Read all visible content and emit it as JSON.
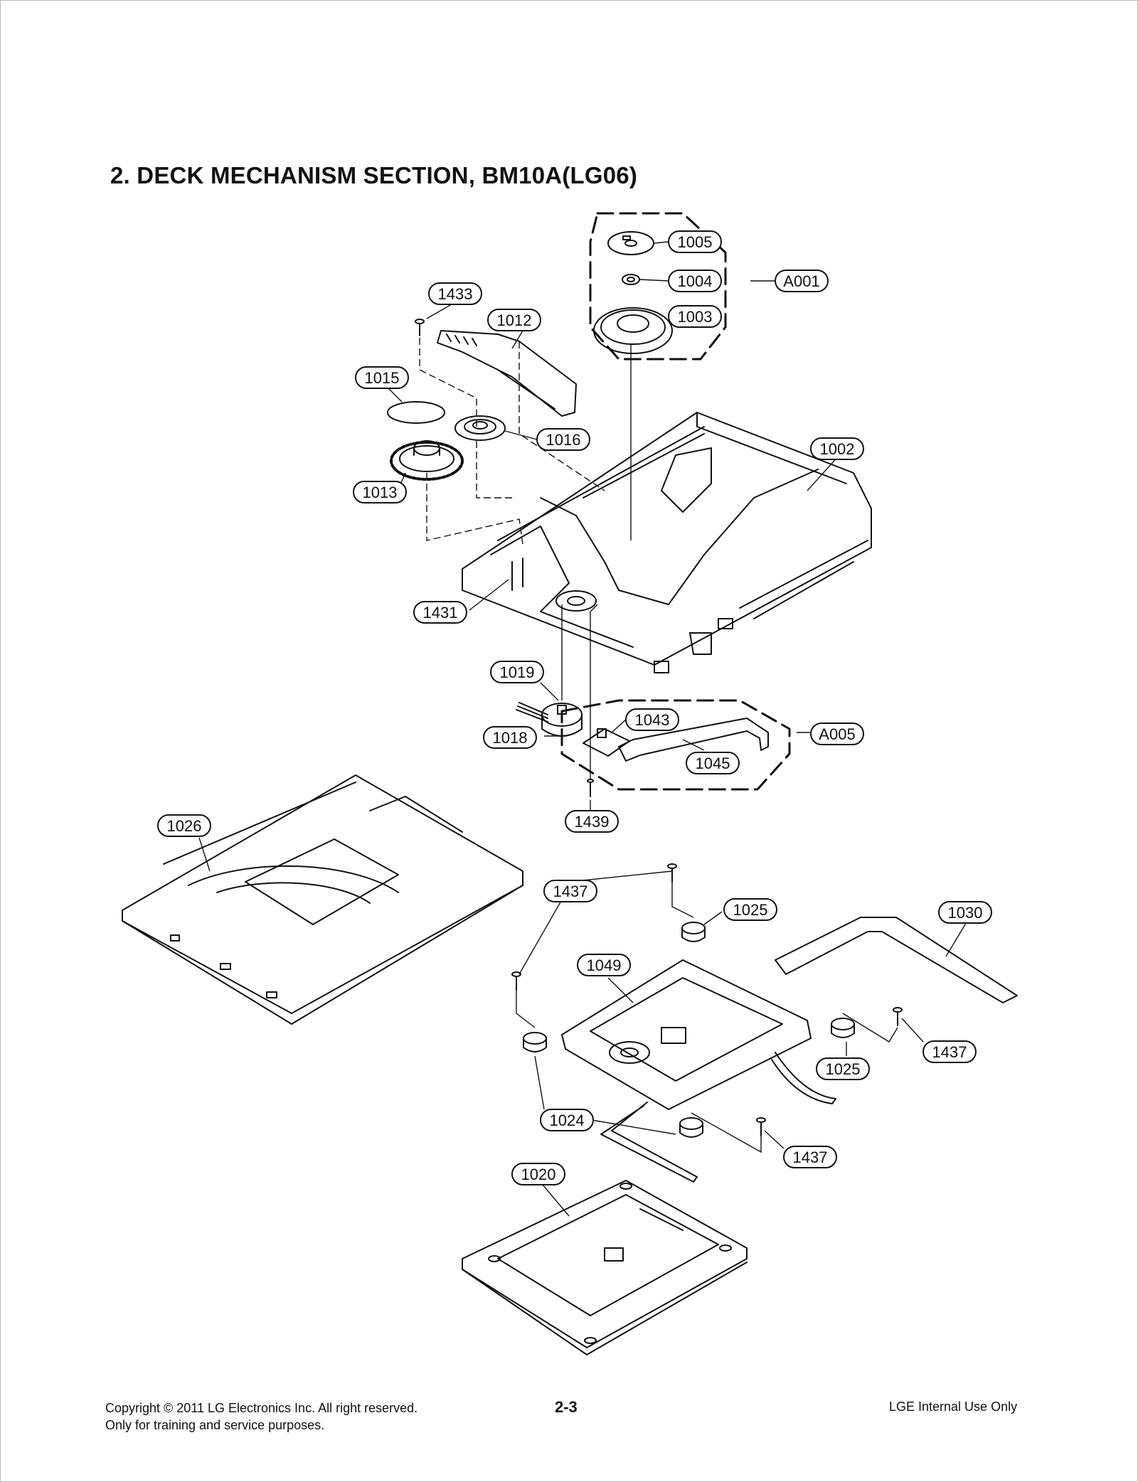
{
  "title": "2. DECK MECHANISM SECTION, BM10A(LG06)",
  "labels": {
    "1005": "1005",
    "1004": "1004",
    "1003": "1003",
    "A001": "A001",
    "1433": "1433",
    "1012": "1012",
    "1015": "1015",
    "1016": "1016",
    "1002": "1002",
    "1013": "1013",
    "1431": "1431",
    "1019": "1019",
    "1043": "1043",
    "A005": "A005",
    "1018": "1018",
    "1045": "1045",
    "1439": "1439",
    "1026": "1026",
    "1437a": "1437",
    "1025a": "1025",
    "1030": "1030",
    "1049": "1049",
    "1437b": "1437",
    "1025b": "1025",
    "1024": "1024",
    "1437c": "1437",
    "1020": "1020"
  },
  "footer": {
    "copyright": "Copyright © 2011 LG Electronics Inc. All right reserved.",
    "purpose": "Only for training and service purposes.",
    "page": "2-3",
    "internal": "LGE Internal Use Only"
  }
}
